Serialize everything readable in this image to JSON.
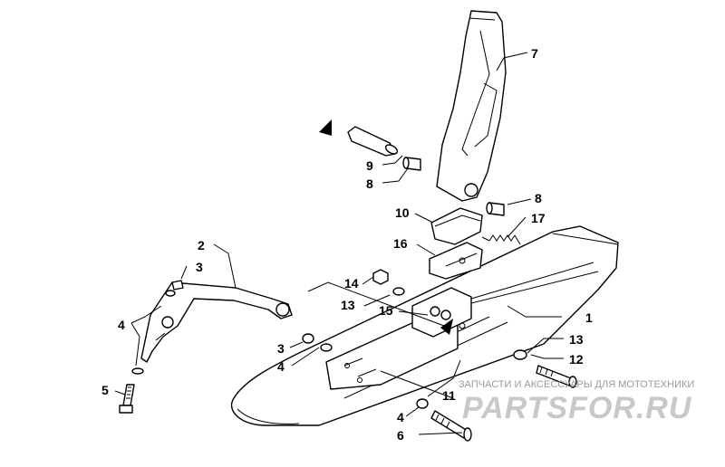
{
  "callouts": [
    {
      "id": "c1",
      "text": "1"
    },
    {
      "id": "c2",
      "text": "2"
    },
    {
      "id": "c3a",
      "text": "3"
    },
    {
      "id": "c3b",
      "text": "3"
    },
    {
      "id": "c4a",
      "text": "4"
    },
    {
      "id": "c4b",
      "text": "4"
    },
    {
      "id": "c4c",
      "text": "4"
    },
    {
      "id": "c5",
      "text": "5"
    },
    {
      "id": "c6",
      "text": "6"
    },
    {
      "id": "c7",
      "text": "7"
    },
    {
      "id": "c8a",
      "text": "8"
    },
    {
      "id": "c8b",
      "text": "8"
    },
    {
      "id": "c9",
      "text": "9"
    },
    {
      "id": "c10",
      "text": "10"
    },
    {
      "id": "c11",
      "text": "11"
    },
    {
      "id": "c12",
      "text": "12"
    },
    {
      "id": "c13a",
      "text": "13"
    },
    {
      "id": "c13b",
      "text": "13"
    },
    {
      "id": "c14",
      "text": "14"
    },
    {
      "id": "c15",
      "text": "15"
    },
    {
      "id": "c16",
      "text": "16"
    },
    {
      "id": "c17",
      "text": "17"
    }
  ],
  "watermark": {
    "caption": "ЗАПЧАСТИ И АКСЕССУАРЫ ДЛЯ МОТОТЕХНИКИ",
    "logo": "PARTSFOR.RU"
  }
}
